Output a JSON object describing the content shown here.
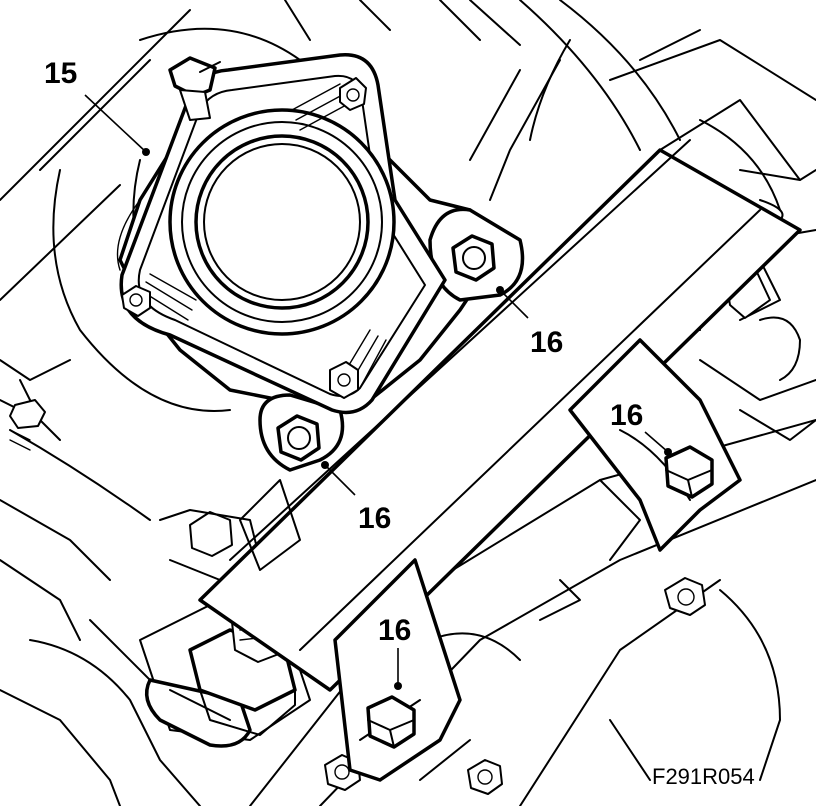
{
  "callouts": {
    "flange": "15",
    "bolt_upper": "16",
    "bolt_middle": "16",
    "bolt_right": "16",
    "bolt_lower": "16"
  },
  "figure_ref": "F291R054"
}
